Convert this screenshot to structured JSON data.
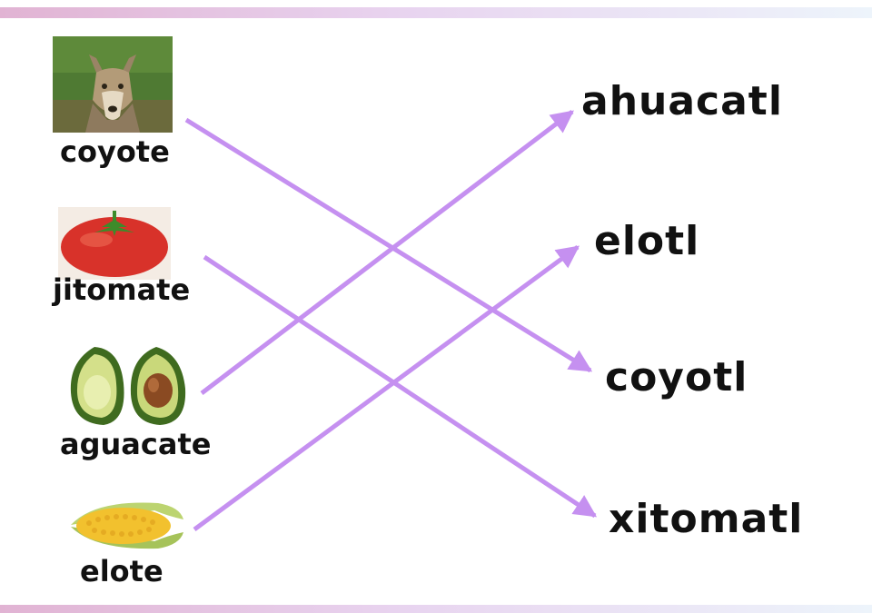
{
  "left_items": [
    {
      "label": "coyote",
      "icon": "coyote-icon"
    },
    {
      "label": "jitomate",
      "icon": "tomato-icon"
    },
    {
      "label": "aguacate",
      "icon": "avocado-icon"
    },
    {
      "label": "elote",
      "icon": "corn-icon"
    }
  ],
  "right_words": [
    "ahuacatl",
    "elotl",
    "coyotl",
    "xitomatl"
  ],
  "connections": [
    {
      "from": "coyote",
      "to": "coyotl"
    },
    {
      "from": "jitomate",
      "to": "xitomatl"
    },
    {
      "from": "aguacate",
      "to": "ahuacatl"
    },
    {
      "from": "elote",
      "to": "elotl"
    }
  ],
  "colors": {
    "arrow": "#c590f0",
    "text": "#111111",
    "header_bar": [
      "#e1b3d3",
      "#edf4fb"
    ]
  }
}
